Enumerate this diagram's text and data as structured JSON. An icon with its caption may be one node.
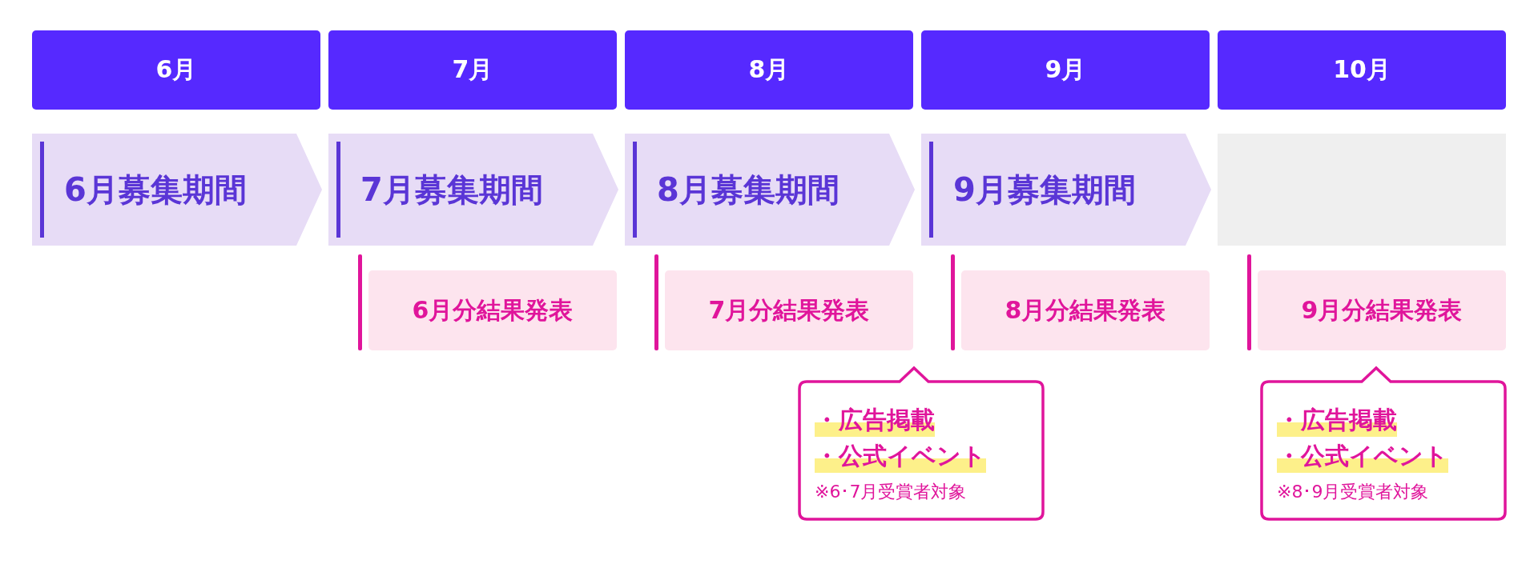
{
  "diagram": {
    "nodes": [
      {
        "text": [
          "6月"
        ]
      },
      {
        "text": [
          "7月"
        ]
      },
      {
        "text": [
          "8月"
        ]
      },
      {
        "text": [
          "9月"
        ]
      },
      {
        "text": [
          "10月"
        ]
      },
      {
        "text": [
          "6月募集期間"
        ]
      },
      {
        "text": [
          "7月募集期間"
        ]
      },
      {
        "text": [
          "8月募集期間"
        ]
      },
      {
        "text": [
          "9月募集期間"
        ]
      },
      {
        "text": [],
        "shape": "box"
      },
      {
        "text": [
          "6月分結果発表"
        ]
      },
      {
        "text": [
          "7月分結果発表"
        ]
      },
      {
        "text": [
          "8月分結果発表"
        ]
      },
      {
        "text": [
          "9月分結果発表"
        ]
      },
      {
        "text": [
          "・広告掲載",
          "・公式イベント",
          "※6･7月受賞者対象"
        ]
      },
      {
        "text": [
          "・広告掲載",
          "・公式イベント",
          "※8･9月受賞者対象"
        ]
      }
    ]
  }
}
